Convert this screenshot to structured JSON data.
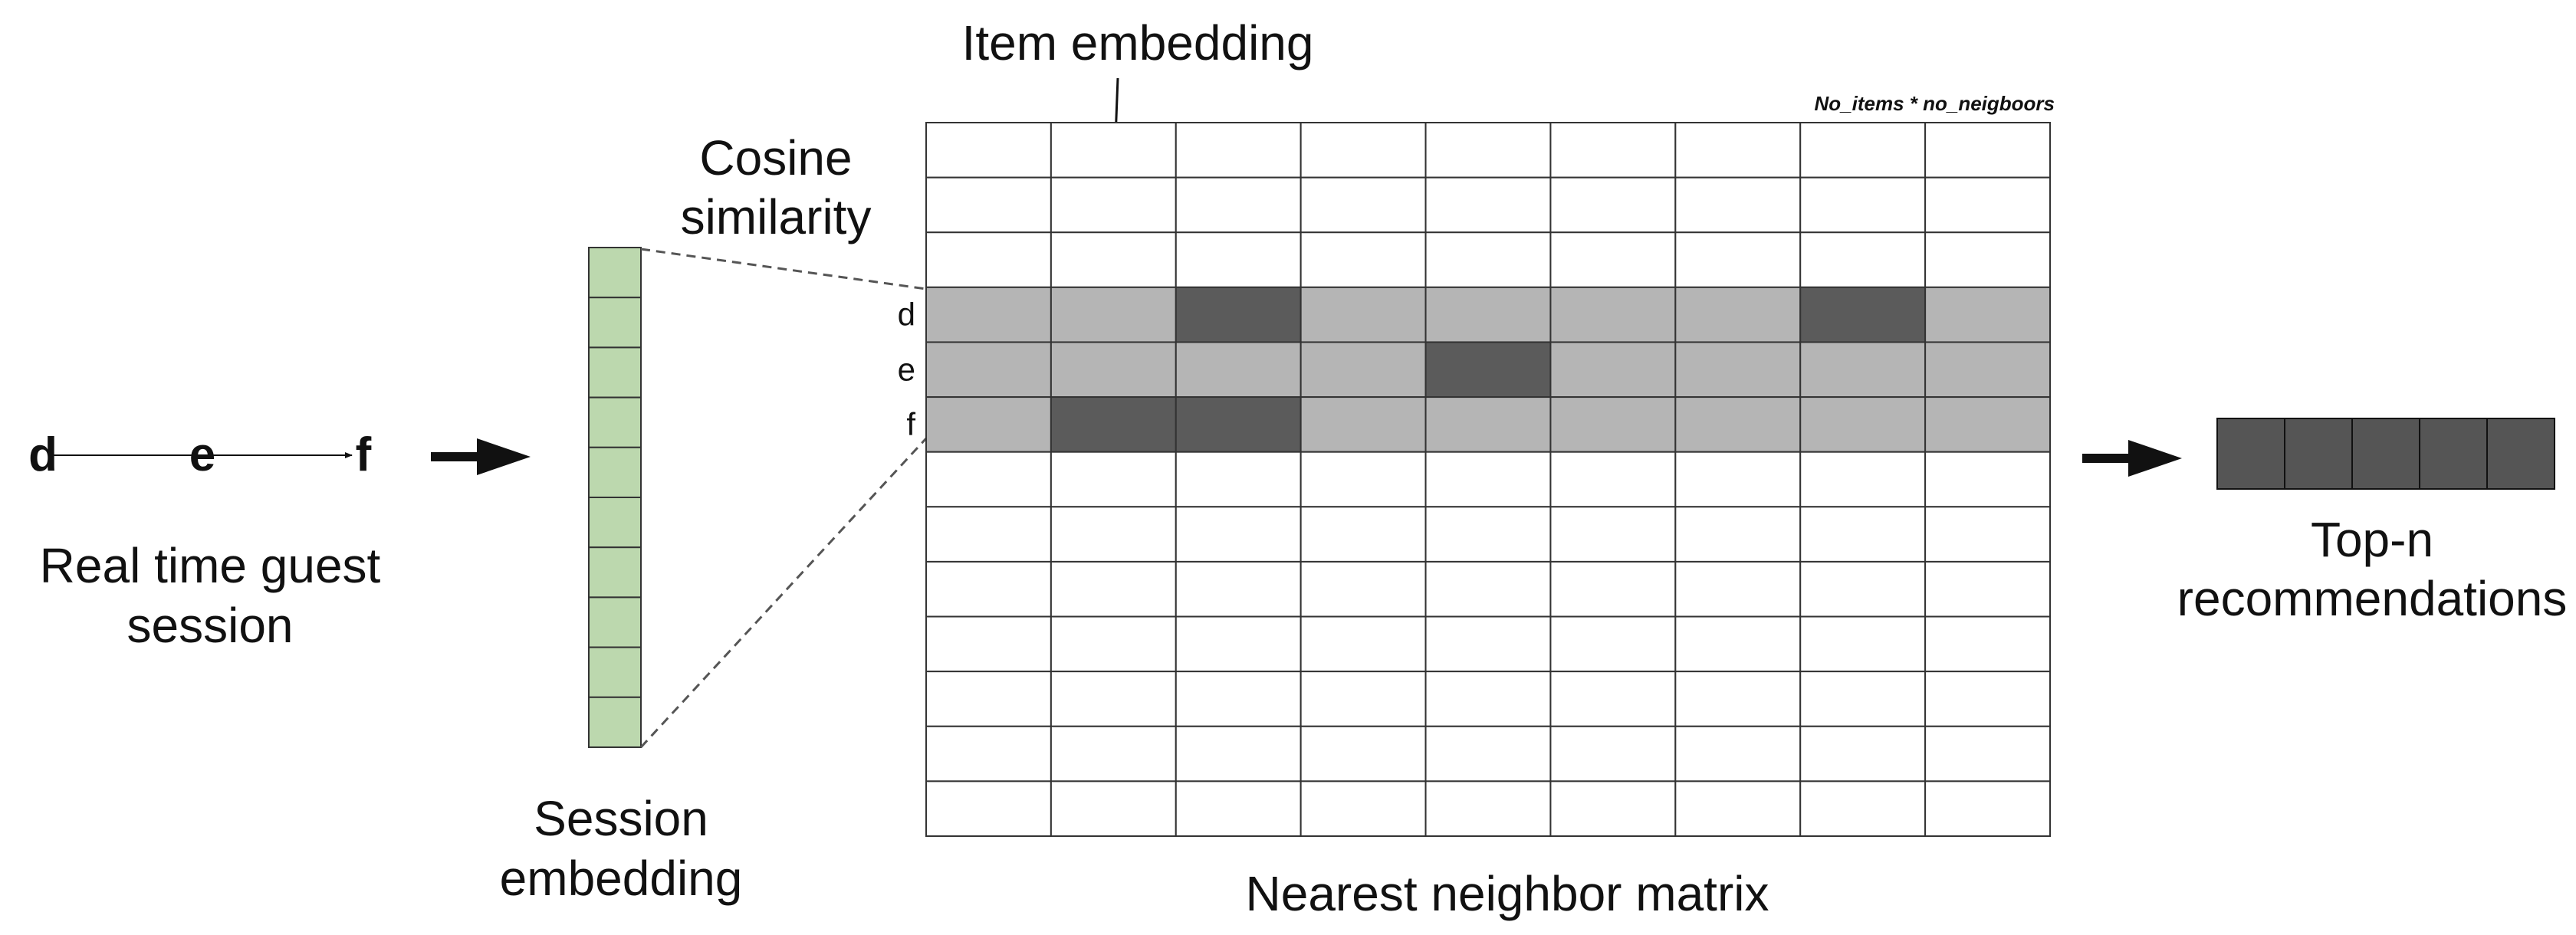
{
  "session": {
    "items": [
      "d",
      "e",
      "f"
    ],
    "caption_lines": [
      "Real time guest",
      "session"
    ]
  },
  "session_embedding": {
    "caption_lines": [
      "Session",
      "embedding"
    ],
    "cell_count": 10,
    "fill_color": "#bcd8ae"
  },
  "cosine": {
    "caption_lines": [
      "Cosine",
      "similarity"
    ]
  },
  "item_embedding": {
    "caption": "Item embedding"
  },
  "matrix": {
    "title": "Nearest neighbor matrix",
    "dims_note": "No_items * no_neigboors",
    "row_count": 13,
    "col_count": 9,
    "highlighted_rows": [
      {
        "row": 3,
        "label": "d",
        "dark_cols": [
          2,
          7
        ]
      },
      {
        "row": 4,
        "label": "e",
        "dark_cols": [
          4
        ]
      },
      {
        "row": 5,
        "label": "f",
        "dark_cols": [
          1,
          2
        ]
      }
    ],
    "colors": {
      "highlight": "#b5b5b5",
      "dark": "#5b5b5b",
      "empty": "#ffffff"
    }
  },
  "recommendations": {
    "caption_lines": [
      "Top-n",
      "recommendations"
    ],
    "cell_count": 5,
    "fill_color": "#555555"
  }
}
